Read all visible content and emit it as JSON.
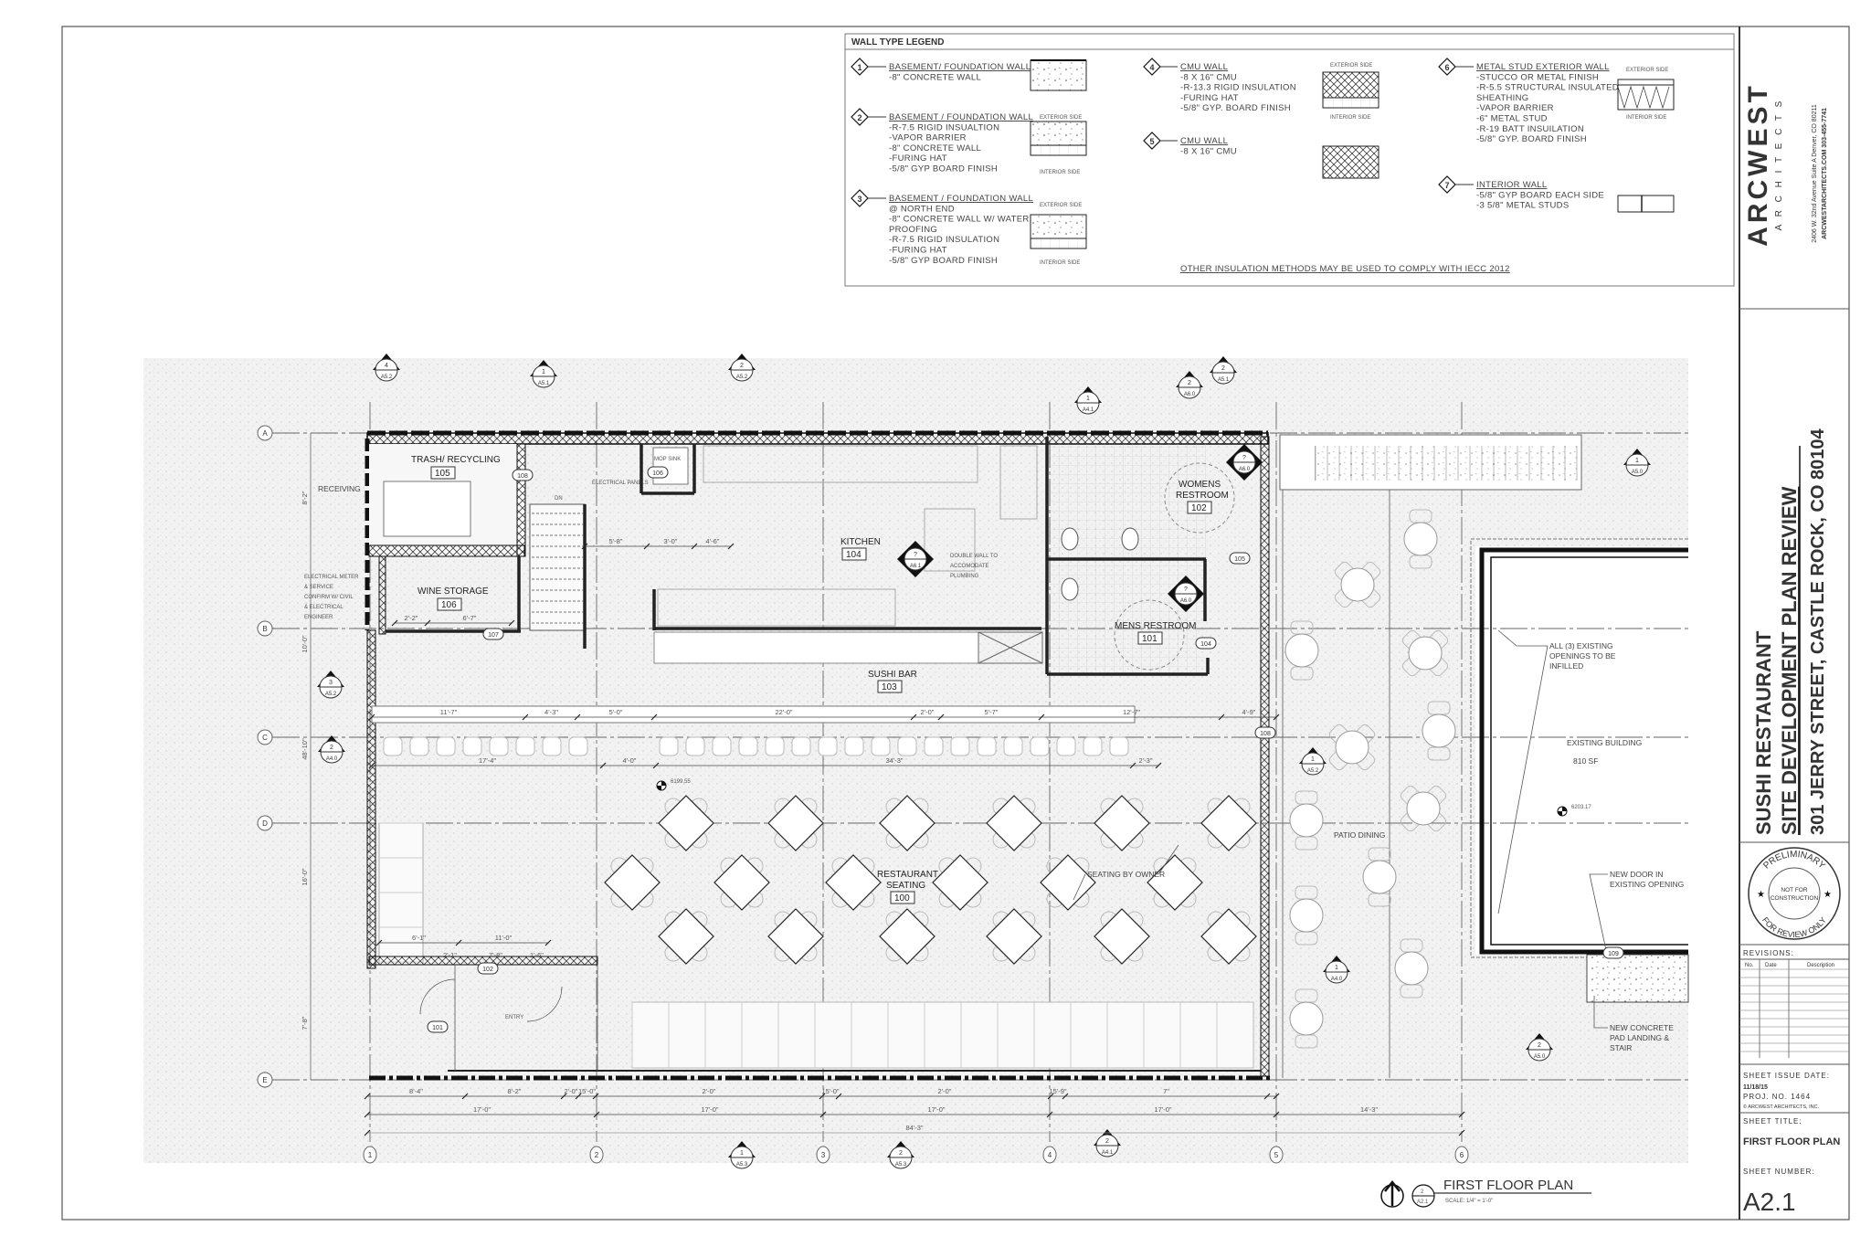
{
  "legend": {
    "title": "WALL TYPE LEGEND",
    "exterior_side": "EXTERIOR SIDE",
    "interior_side": "INTERIOR SIDE",
    "types": [
      {
        "tag": "1",
        "title": "BASEMENT/ FOUNDATION WALL",
        "lines": [
          "-8\" CONCRETE WALL"
        ]
      },
      {
        "tag": "2",
        "title": "BASEMENT / FOUNDATION WALL",
        "lines": [
          "-R-7.5 RIGID INSUALTION",
          "-VAPOR BARRIER",
          "-8\" CONCRETE WALL",
          "-FURING HAT",
          "-5/8\" GYP BOARD FINISH"
        ]
      },
      {
        "tag": "3",
        "title": "BASEMENT / FOUNDATION WALL",
        "lines": [
          "@ NORTH END",
          "-8\" CONCRETE WALL W/ WATER",
          "PROOFING",
          "-R-7.5 RIGID INSULATION",
          "-FURING HAT",
          "-5/8\" GYP BOARD FINISH"
        ]
      },
      {
        "tag": "4",
        "title": "CMU WALL",
        "lines": [
          "-8 X 16\" CMU",
          "-R-13.3 RIGID INSULATION",
          "-FURING HAT",
          "-5/8\" GYP. BOARD FINISH"
        ]
      },
      {
        "tag": "5",
        "title": "CMU WALL",
        "lines": [
          "-8 X 16\" CMU"
        ]
      },
      {
        "tag": "6",
        "title": "METAL STUD EXTERIOR WALL",
        "lines": [
          "-STUCCO OR METAL FINISH",
          "-R-5.5 STRUCTURAL INSULATED",
          "SHEATHING",
          "-VAPOR BARRIER",
          "-6\" METAL STUD",
          "-R-19 BATT INSUILATION",
          "-5/8\" GYP. BOARD FINISH"
        ]
      },
      {
        "tag": "7",
        "title": "INTERIOR WALL",
        "lines": [
          "-5/8\" GYP BOARD EACH SIDE",
          "-3 5/8\" METAL STUDS"
        ]
      }
    ],
    "note": "OTHER INSULATION METHODS MAY BE USED TO COMPLY WITH IECC 2012"
  },
  "rooms": {
    "trash": {
      "name": "TRASH/ RECYCLING",
      "number": "105"
    },
    "wine": {
      "name": "WINE STORAGE",
      "number": "106"
    },
    "kitchen": {
      "name": "KITCHEN",
      "number": "104"
    },
    "womens": {
      "name1": "WOMENS",
      "name2": "RESTROOM",
      "number": "102"
    },
    "mens": {
      "name": "MENS RESTROOM",
      "number": "101"
    },
    "sushi": {
      "name": "SUSHI BAR",
      "number": "103"
    },
    "seating": {
      "name1": "RESTAURANT",
      "name2": "SEATING",
      "number": "100"
    },
    "entry": {
      "name": "ENTRY"
    },
    "patio": {
      "name": "PATIO DINING"
    },
    "existing": {
      "name": "EXISTING BUILDING",
      "area": "810 SF"
    }
  },
  "notes": {
    "receiving": "RECEIVING",
    "mop_sink": "MOP SINK",
    "electrical_panels": "ELECTRICAL PANELS",
    "dn": "DN",
    "electrical_meter": [
      "ELECTRICAL METER",
      "& SERVICE",
      "CONFIRM W/ CIVIL",
      "& ELECTRICAL",
      "ENGINEER"
    ],
    "double_wall": [
      "DOUBLE WALL TO",
      "ACCOMODATE",
      "PLUMBING"
    ],
    "seating_by_owner": "SEATING BY OWNER",
    "infill": [
      "ALL (3) EXISTING",
      "OPENINGS TO BE",
      "INFILLED"
    ],
    "new_door": [
      "NEW DOOR IN",
      "EXISTING OPENING"
    ],
    "new_pad": [
      "NEW CONCRETE",
      "PAD LANDING &",
      "STAIR"
    ],
    "elev_1": "6199.55",
    "elev_2": "6203.17"
  },
  "door_tags": [
    "108",
    "106",
    "107",
    "105",
    "104",
    "108",
    "102",
    "101",
    "109"
  ],
  "grid": {
    "columns": [
      "1",
      "2",
      "3",
      "4",
      "5",
      "6"
    ],
    "rows": [
      "A",
      "B",
      "C",
      "D",
      "E"
    ]
  },
  "section_markers": [
    {
      "num": "4",
      "sheet": "A5.2"
    },
    {
      "num": "1",
      "sheet": "A5.1"
    },
    {
      "num": "2",
      "sheet": "A5.2"
    },
    {
      "num": "1",
      "sheet": "A4.1"
    },
    {
      "num": "2",
      "sheet": "A6.0"
    },
    {
      "num": "2",
      "sheet": "A5.1"
    },
    {
      "num": "1",
      "sheet": "A5.0"
    },
    {
      "num": "3",
      "sheet": "A5.2"
    },
    {
      "num": "2",
      "sheet": "A4.0"
    },
    {
      "num": "1",
      "sheet": "A5.2"
    },
    {
      "num": "1",
      "sheet": "A4.0"
    },
    {
      "num": "2",
      "sheet": "A5.0"
    },
    {
      "num": "1",
      "sheet": "A5.3"
    },
    {
      "num": "2",
      "sheet": "A5.3"
    },
    {
      "num": "2",
      "sheet": "A4.1"
    },
    {
      "num": "?",
      "sheet": "A6.1"
    },
    {
      "num": "?",
      "sheet": "A6.0"
    },
    {
      "num": "?",
      "sheet": "A6.0"
    }
  ],
  "dimensions": {
    "bottom_row1": [
      "8'-4\"",
      "8'-2\"",
      "2'-0\"",
      "15'-0\"",
      "2'-0\"",
      "15'-0\"",
      "2'-0\"",
      "15'-9\"",
      "7\""
    ],
    "bottom_row2": [
      "17'-0\"",
      "17'-0\"",
      "17'-0\"",
      "17'-0\"",
      "14'-3\""
    ],
    "bottom_total": "84'-3\"",
    "bar_row": [
      "17'-4\"",
      "4'-0\"",
      "34'-3\"",
      "2'-3\""
    ],
    "counter_row": [
      "11'-7\"",
      "4'-3\"",
      "5'-0\"",
      "22'-0\"",
      "2'-0\"",
      "5'-7\"",
      "12'-7\"",
      "4'-9\""
    ],
    "kitchen": [
      "5'-8\"",
      "3'-0\"",
      "4'-6\""
    ],
    "entry": [
      "6'-1\"",
      "11'-0\"",
      "2'-1\"",
      "7'-8\"",
      "1'-6\""
    ],
    "wine": [
      "2'-2\"",
      "6'-7\""
    ],
    "left": [
      "8'-2\"",
      "10'-0\"",
      "48'-10\"",
      "16'-0\"",
      "7'-8\""
    ]
  },
  "drawing_title": {
    "num": "2",
    "sheet": "A2.1",
    "title": "FIRST FLOOR PLAN",
    "scale": "SCALE:   1/4\" = 1'-0\""
  },
  "title_block": {
    "firm": "ARCWEST",
    "firm_sub": "A R C H I T E C T S",
    "address": "2406 W. 32nd Avenue    Suite A    Denver, CO 80211",
    "web_phone": "ARCWESTARCHITECTS.COM        303-455-7741",
    "project": "SUSHI RESTAURANT",
    "phase": "SITE DEVELOPMENT PLAN REVIEW",
    "location": "301 JERRY STREET, CASTLE ROCK, CO 80104",
    "stamp_top": "PRELIMINARY",
    "stamp_mid1": "NOT FOR",
    "stamp_mid2": "CONSTRUCTION",
    "stamp_bottom": "FOR REVIEW ONLY",
    "revisions_label": "REVISIONS:",
    "rev_headers": [
      "No.",
      "Date",
      "Description"
    ],
    "issue_label": "SHEET ISSUE DATE:",
    "issue_date": "11/18/15",
    "proj_no": "PROJ. NO.     1464",
    "copyright": "© ARCWEST ARCHITECTS, INC.",
    "sheet_title_label": "SHEET TITLE:",
    "sheet_title": "FIRST FLOOR PLAN",
    "sheet_number_label": "SHEET NUMBER:",
    "sheet_number": "A2.1"
  },
  "colors": {
    "line": "#111111",
    "fill_stipple": "#eeeeee",
    "border": "#555555"
  }
}
